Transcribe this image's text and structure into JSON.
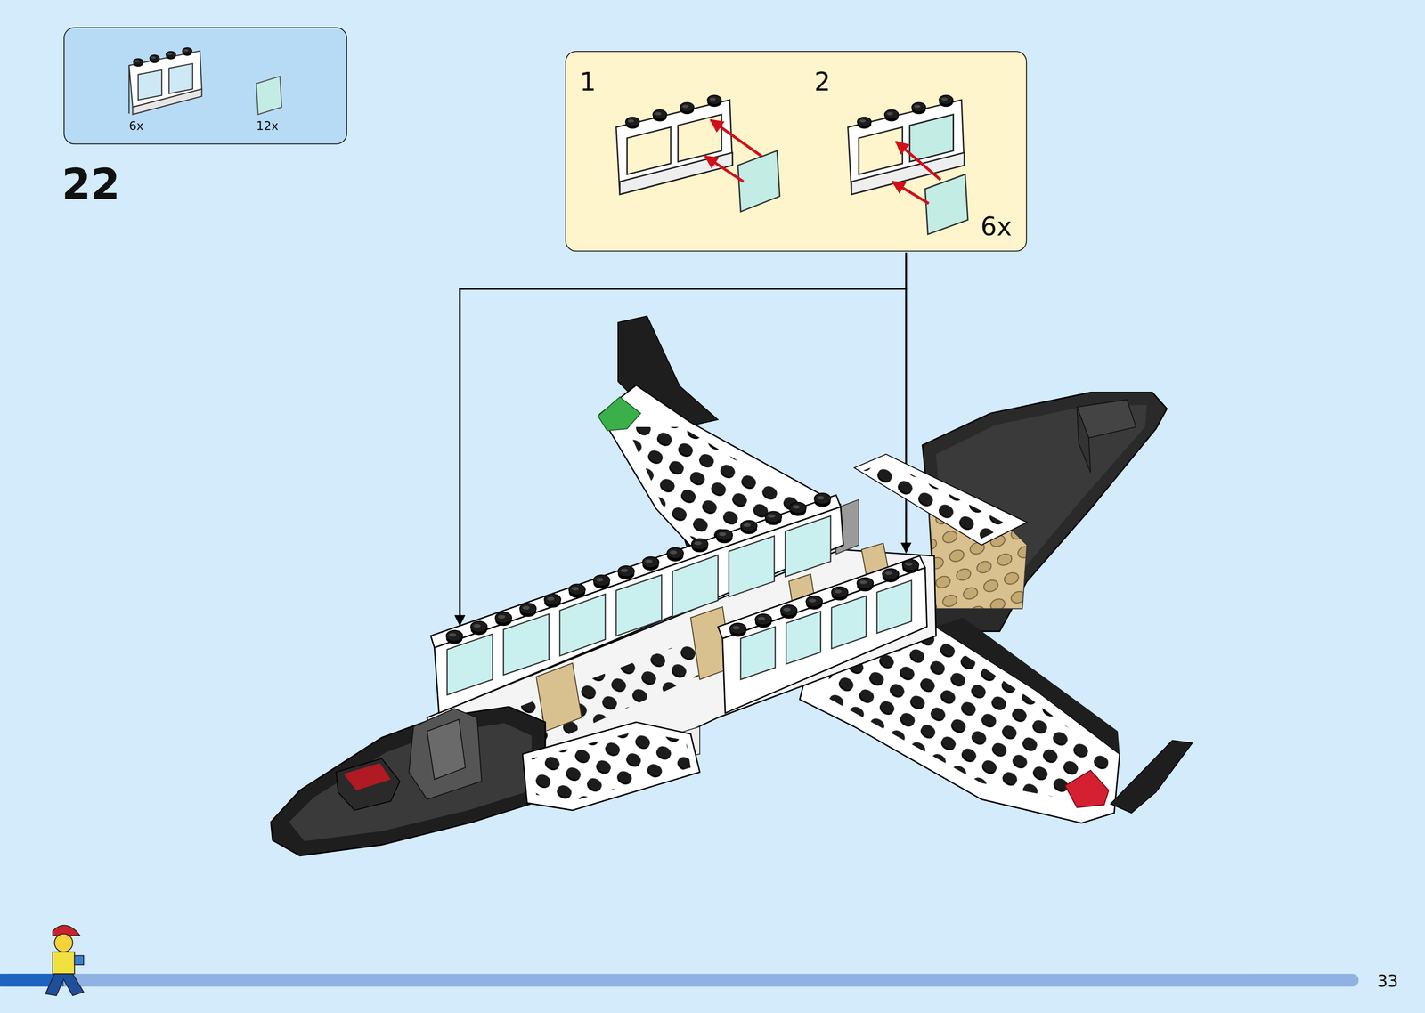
{
  "diagram": {
    "nodes": [
      {
        "text": [
          "6x",
          "12x"
        ]
      },
      {
        "text": [
          "1",
          "2",
          "6x"
        ]
      }
    ],
    "labels": [
      "22",
      "33"
    ]
  }
}
